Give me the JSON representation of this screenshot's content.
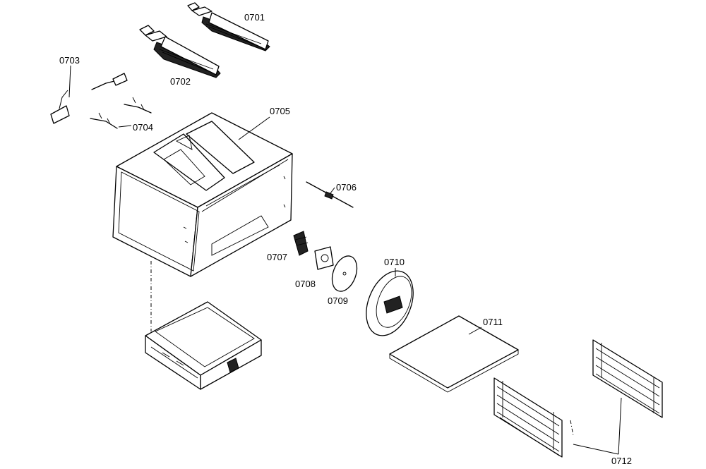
{
  "callouts": {
    "p0701": "0701",
    "p0702": "0702",
    "p0703": "0703",
    "p0704": "0704",
    "p0705": "0705",
    "p0706": "0706",
    "p0707": "0707",
    "p0708": "0708",
    "p0709": "0709",
    "p0710": "0710",
    "p0711": "0711",
    "p0712": "0712"
  }
}
